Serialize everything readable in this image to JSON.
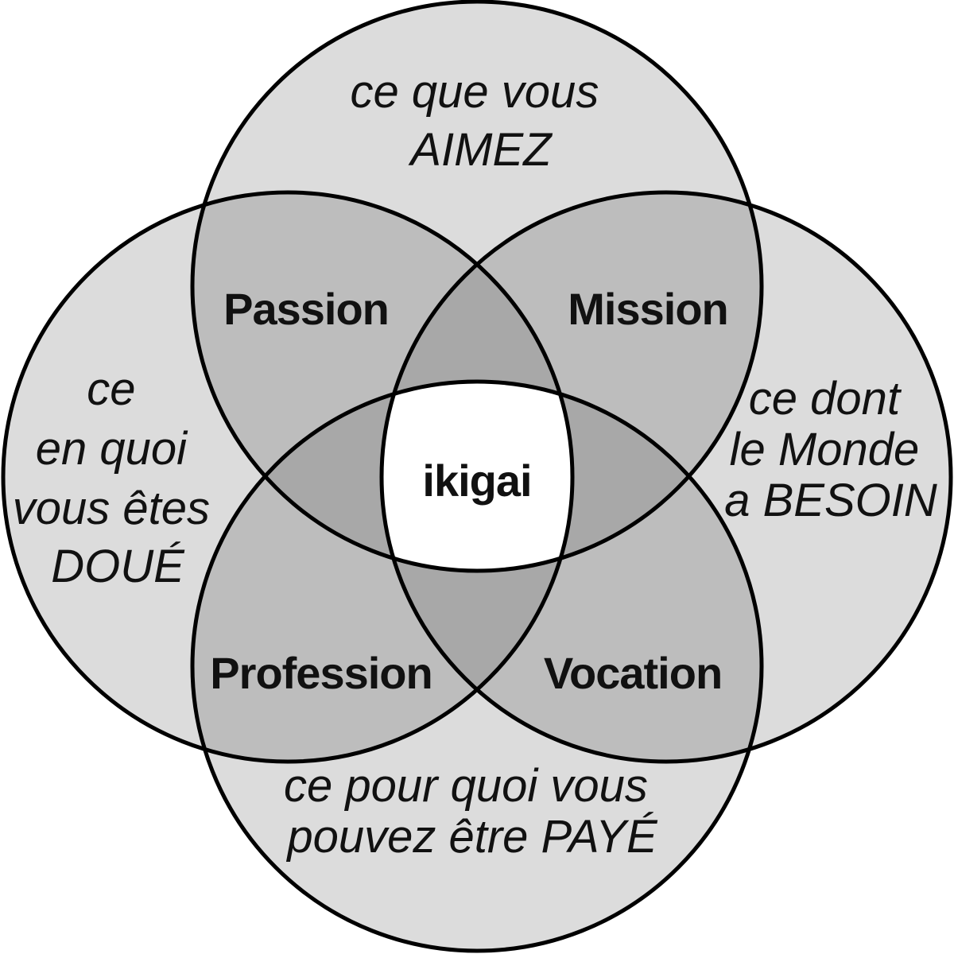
{
  "colors": {
    "region_one": "#dcdcdc",
    "region_two": "#bdbdbd",
    "region_three": "#a8a8a8",
    "region_center": "#ffffff",
    "outline": "#000000",
    "text": "#111111"
  },
  "circles": {
    "top": [
      "ce que vous",
      "AIMEZ"
    ],
    "left": [
      "ce",
      "en quoi",
      "vous êtes",
      "DOUÉ"
    ],
    "right": [
      "ce dont",
      "le Monde",
      "a BESOIN"
    ],
    "bottom": [
      "ce pour quoi vous",
      "pouvez être PAYÉ"
    ]
  },
  "overlaps": {
    "passion": "Passion",
    "mission": "Mission",
    "profession": "Profession",
    "vocation": "Vocation"
  },
  "center": "ikigai"
}
